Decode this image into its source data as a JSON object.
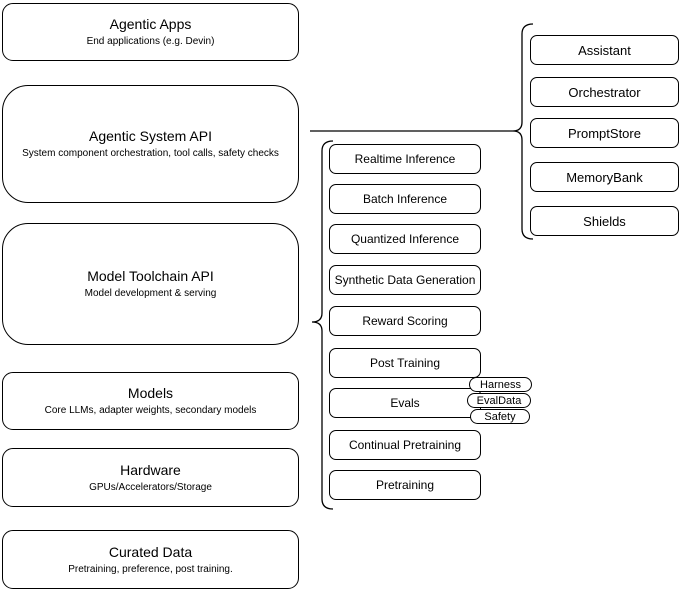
{
  "diagram": {
    "left_stack": [
      {
        "title": "Agentic Apps",
        "subtitle": "End applications (e.g. Devin)"
      },
      {
        "title": "Agentic System API",
        "subtitle": "System component orchestration, tool calls, safety checks"
      },
      {
        "title": "Model Toolchain API",
        "subtitle": "Model development & serving"
      },
      {
        "title": "Models",
        "subtitle": "Core LLMs, adapter weights, secondary models"
      },
      {
        "title": "Hardware",
        "subtitle": "GPUs/Accelerators/Storage"
      },
      {
        "title": "Curated Data",
        "subtitle": "Pretraining, preference, post training."
      }
    ],
    "toolchain_nodes": [
      "Realtime Inference",
      "Batch Inference",
      "Quantized Inference",
      "Synthetic Data Generation",
      "Reward Scoring",
      "Post Training",
      "Evals",
      "Continual Pretraining",
      "Pretraining"
    ],
    "evals_tags": [
      "Harness",
      "EvalData",
      "Safety"
    ],
    "agent_components": [
      "Assistant",
      "Orchestrator",
      "PromptStore",
      "MemoryBank",
      "Shields"
    ],
    "colors": {
      "stroke": "#000000",
      "fill": "#ffffff",
      "background": "#ffffff"
    }
  }
}
